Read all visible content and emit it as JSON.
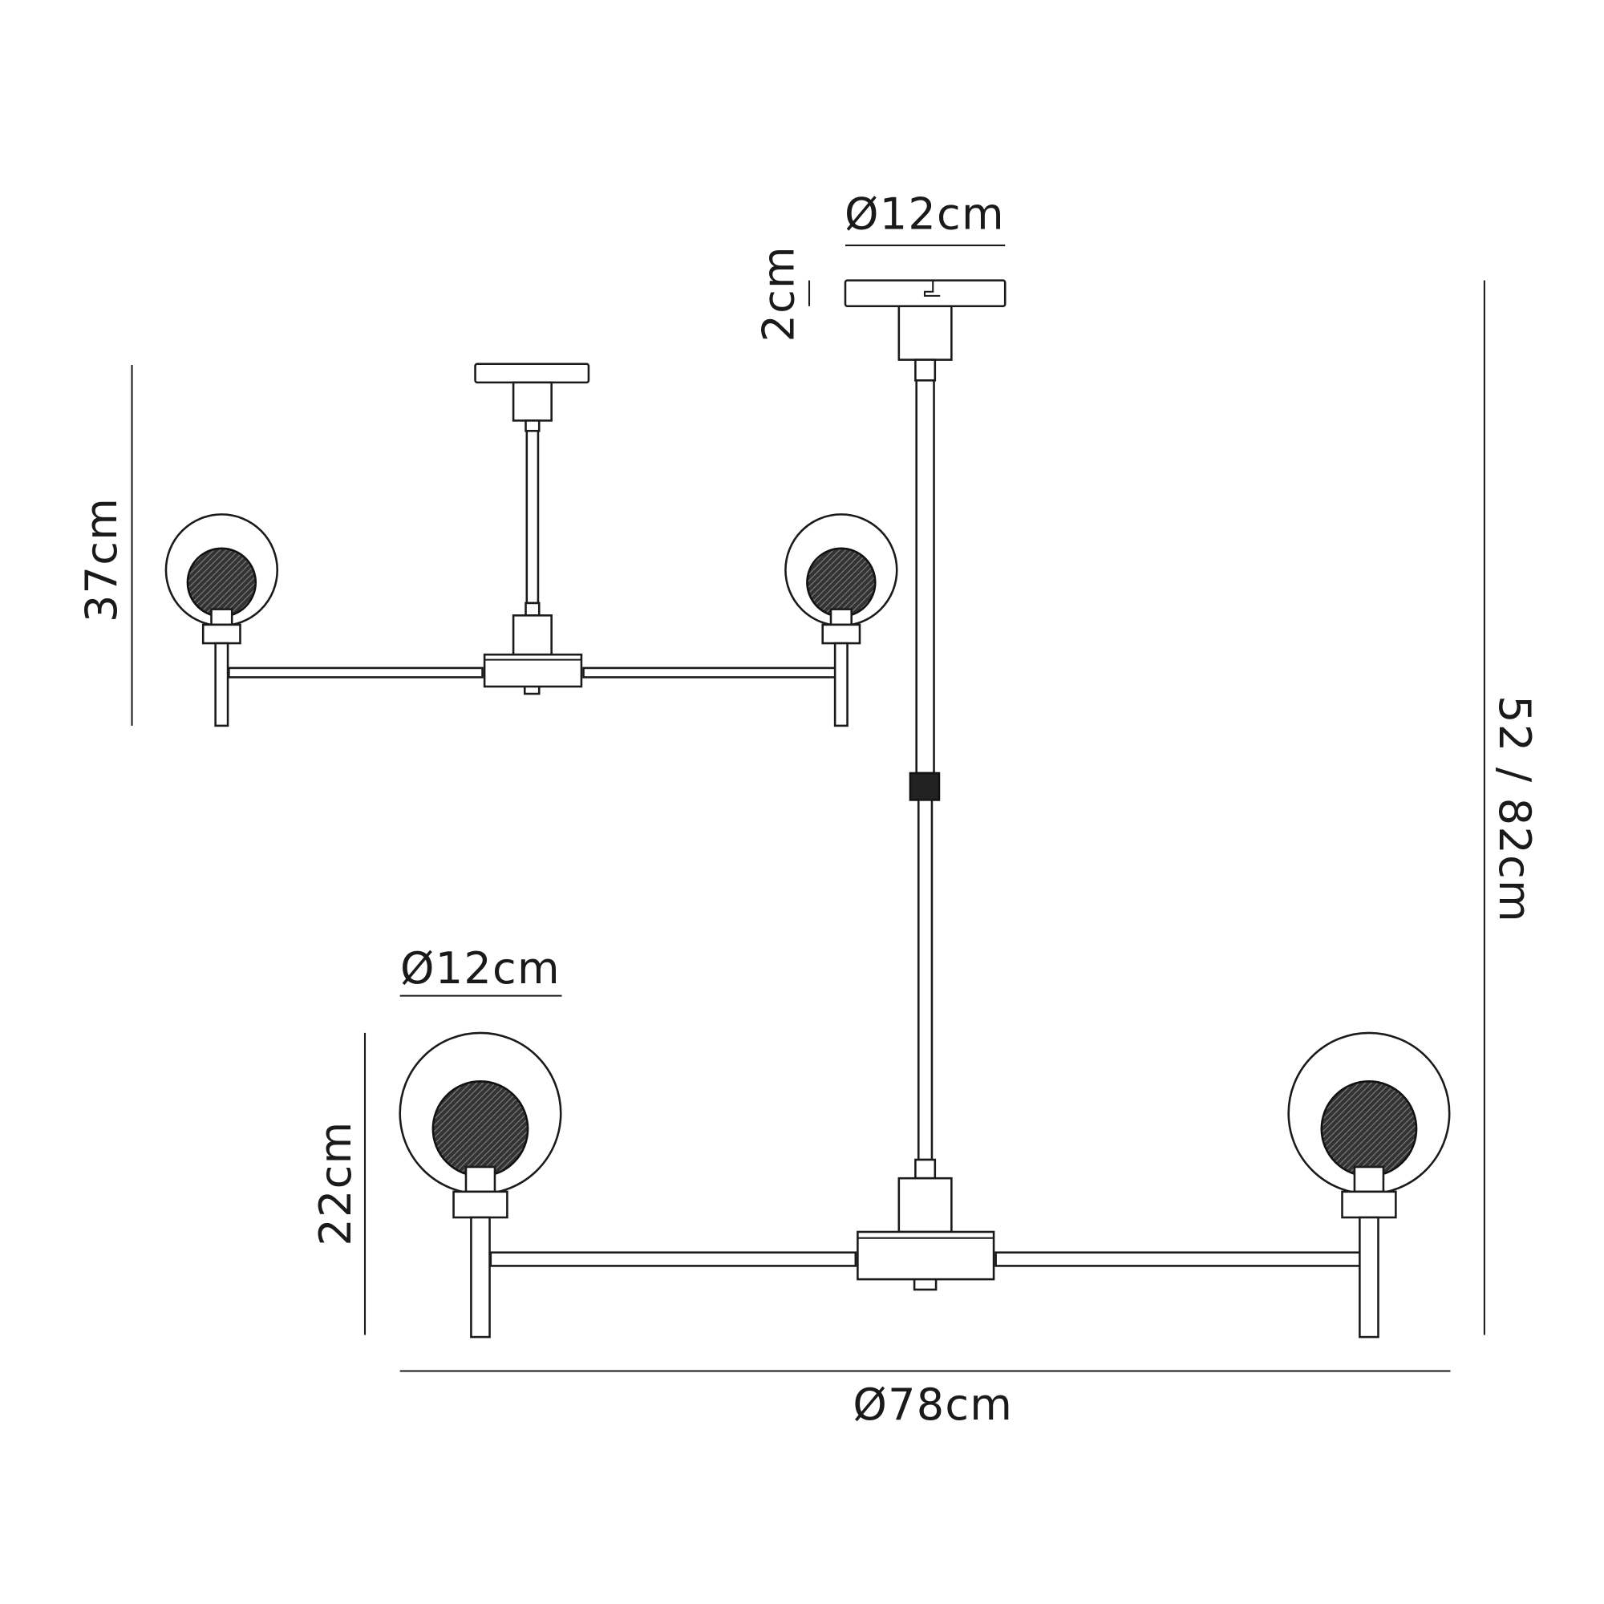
{
  "drawing": {
    "title": "Pendant light dimension drawing",
    "labels": {
      "canopy_diameter": "Ø12cm",
      "canopy_height": "2cm",
      "overall_height": "52 / 82cm",
      "short_height": "37cm",
      "shade_diameter": "Ø12cm",
      "shade_height": "22cm",
      "overall_diameter": "Ø78cm"
    },
    "colors": {
      "line": "#1a1a1a",
      "background": "#ffffff"
    }
  }
}
